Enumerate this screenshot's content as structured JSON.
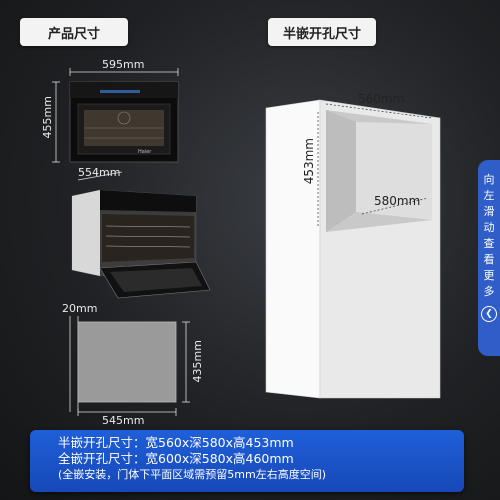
{
  "tabs": {
    "product_size": "产品尺寸",
    "half_embed_cutout": "半嵌开孔尺寸"
  },
  "product": {
    "width": "595mm",
    "height": "455mm",
    "depth": "554mm",
    "brand": "Haier",
    "panel_thickness": "20mm",
    "panel_width": "545mm",
    "panel_height": "435mm"
  },
  "cabinet": {
    "width": "560mm",
    "height": "453mm",
    "depth": "580mm"
  },
  "banner": {
    "line1": "半嵌开孔尺寸：宽560x深580x高453mm",
    "line2": "全嵌开孔尺寸：宽600x深580x高460mm",
    "line3": "(全嵌安装，门体下平面区域需预留5mm左右高度空间)"
  },
  "side_tab": {
    "text": "向左滑动查看更多",
    "arrow_icon": "chevron-left-icon"
  }
}
